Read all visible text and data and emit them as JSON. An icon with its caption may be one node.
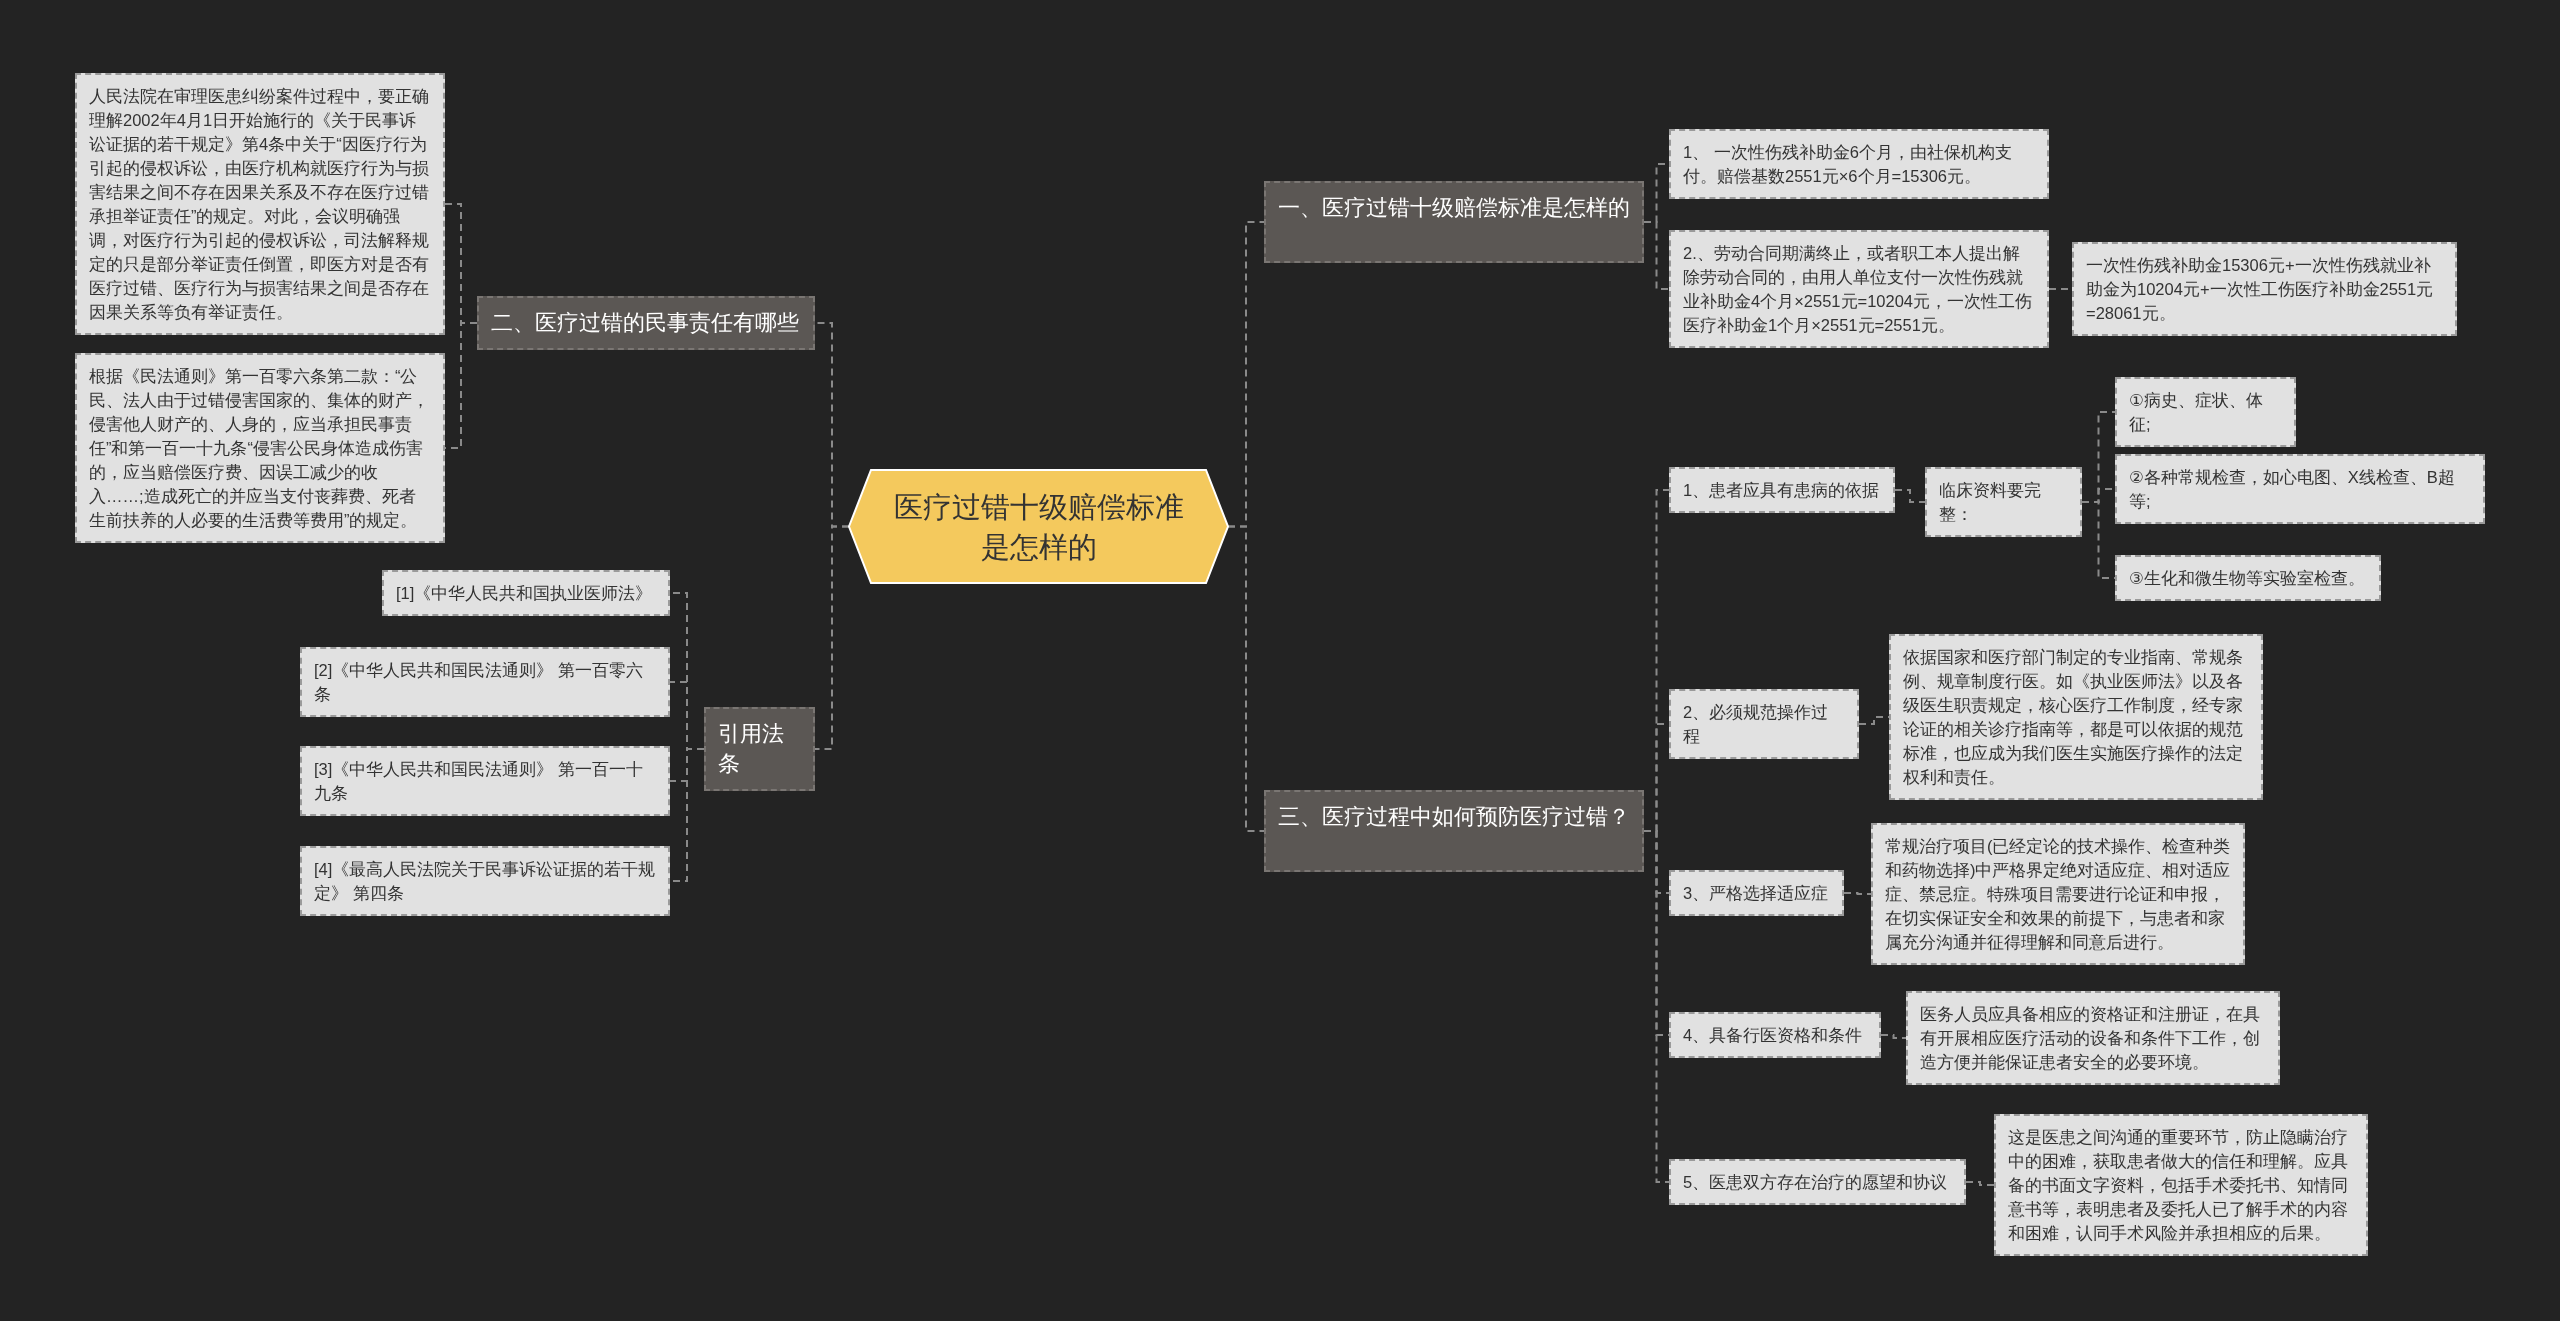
{
  "diagram": {
    "nodes": [
      {
        "text": [
          "医疗过错十级赔偿标准是怎样的"
        ]
      },
      {
        "text": [
          "一、医疗过错十级赔偿标准是怎样的"
        ]
      },
      {
        "text": [
          "1、 一次性伤残补助金6个月，由社保机构支付。赔偿基数2551元×6个月=15306元。"
        ]
      },
      {
        "text": [
          "2.、劳动合同期满终止，或者职工本人提出解除劳动合同的，由用人单位支付一次性伤残就业补助金4个月×2551元=10204元，一次性工伤医疗补助金1个月×2551元=2551元。"
        ]
      },
      {
        "text": [
          "一次性伤残补助金15306元+一次性伤残就业补助金为10204元+一次性工伤医疗补助金2551元=28061元。"
        ]
      },
      {
        "text": [
          "二、医疗过错的民事责任有哪些"
        ]
      },
      {
        "text": [
          "人民法院在审理医患纠纷案件过程中，要正确理解2002年4月1日开始施行的《关于民事诉讼证据的若干规定》第4条中关于“因医疗行为引起的侵权诉讼，由医疗机构就医疗行为与损害结果之间不存在因果关系及不存在医疗过错承担举证责任”的规定。对此，会议明确强调，对医疗行为引起的侵权诉讼，司法解释规定的只是部分举证责任倒置，即医方对是否有医疗过错、医疗行为与损害结果之间是否存在因果关系等负有举证责任。"
        ]
      },
      {
        "text": [
          "根据《民法通则》第一百零六条第二款：“公民、法人由于过错侵害国家的、集体的财产，侵害他人财产的、人身的，应当承担民事责任”和第一百一十九条“侵害公民身体造成伤害的，应当赔偿医疗费、因误工减少的收入……;造成死亡的并应当支付丧葬费、死者生前扶养的人必要的生活费等费用”的规定。"
        ]
      },
      {
        "text": [
          "引用法条"
        ]
      },
      {
        "text": [
          "[1]《中华人民共和国执业医师法》"
        ]
      },
      {
        "text": [
          "[2]《中华人民共和国民法通则》 第一百零六条"
        ]
      },
      {
        "text": [
          "[3]《中华人民共和国民法通则》 第一百一十九条"
        ]
      },
      {
        "text": [
          "[4]《最高人民法院关于民事诉讼证据的若干规定》 第四条"
        ]
      },
      {
        "text": [
          "三、医疗过程中如何预防医疗过错？"
        ]
      },
      {
        "text": [
          "1、患者应具有患病的依据"
        ]
      },
      {
        "text": [
          "临床资料要完整："
        ]
      },
      {
        "text": [
          "①病史、症状、体征;"
        ]
      },
      {
        "text": [
          "②各种常规检查，如心电图、X线检查、B超等;"
        ]
      },
      {
        "text": [
          "③生化和微生物等实验室检查。"
        ]
      },
      {
        "text": [
          "2、必须规范操作过程"
        ]
      },
      {
        "text": [
          "依据国家和医疗部门制定的专业指南、常规条例、规章制度行医。如《执业医师法》以及各级医生职责规定，核心医疗工作制度，经专家论证的相关诊疗指南等，都是可以依据的规范标准，也应成为我们医生实施医疗操作的法定权利和责任。"
        ]
      },
      {
        "text": [
          "3、严格选择适应症"
        ]
      },
      {
        "text": [
          "常规治疗项目(已经定论的技术操作、检查种类和药物选择)中严格界定绝对适应症、相对适应症、禁忌症。特殊项目需要进行论证和申报，在切实保证安全和效果的前提下，与患者和家属充分沟通并征得理解和同意后进行。"
        ]
      },
      {
        "text": [
          "4、具备行医资格和条件"
        ]
      },
      {
        "text": [
          "医务人员应具备相应的资格证和注册证，在具有开展相应医疗活动的设备和条件下工作，创造方便并能保证患者安全的必要环境。"
        ]
      },
      {
        "text": [
          "5、医患双方存在治疗的愿望和协议"
        ]
      },
      {
        "text": [
          "这是医患之间沟通的重要环节，防止隐瞒治疗中的困难，获取患者做大的信任和理解。应具备的书面文字资料，包括手术委托书、知情同意书等，表明患者及委托人已了解手术的内容和困难，认同手术风险并承担相应的后果。"
        ]
      }
    ],
    "edges": [
      {
        "from": 0,
        "to": 1,
        "arrow": "none"
      },
      {
        "from": 1,
        "to": 2,
        "arrow": "none"
      },
      {
        "from": 1,
        "to": 3,
        "arrow": "none"
      },
      {
        "from": 3,
        "to": 4,
        "arrow": "none"
      },
      {
        "from": 0,
        "to": 5,
        "arrow": "none"
      },
      {
        "from": 5,
        "to": 6,
        "arrow": "none"
      },
      {
        "from": 5,
        "to": 7,
        "arrow": "none"
      },
      {
        "from": 0,
        "to": 8,
        "arrow": "none"
      },
      {
        "from": 8,
        "to": 9,
        "arrow": "none"
      },
      {
        "from": 8,
        "to": 10,
        "arrow": "none"
      },
      {
        "from": 8,
        "to": 11,
        "arrow": "none"
      },
      {
        "from": 8,
        "to": 12,
        "arrow": "none"
      },
      {
        "from": 0,
        "to": 13,
        "arrow": "none"
      },
      {
        "from": 13,
        "to": 14,
        "arrow": "none"
      },
      {
        "from": 14,
        "to": 15,
        "arrow": "none"
      },
      {
        "from": 15,
        "to": 16,
        "arrow": "none"
      },
      {
        "from": 15,
        "to": 17,
        "arrow": "none"
      },
      {
        "from": 15,
        "to": 18,
        "arrow": "none"
      },
      {
        "from": 13,
        "to": 19,
        "arrow": "none"
      },
      {
        "from": 19,
        "to": 20,
        "arrow": "none"
      },
      {
        "from": 13,
        "to": 21,
        "arrow": "none"
      },
      {
        "from": 21,
        "to": 22,
        "arrow": "none"
      },
      {
        "from": 13,
        "to": 23,
        "arrow": "none"
      },
      {
        "from": 23,
        "to": 24,
        "arrow": "none"
      },
      {
        "from": 13,
        "to": 25,
        "arrow": "none"
      },
      {
        "from": 25,
        "to": 26,
        "arrow": "none"
      }
    ]
  }
}
